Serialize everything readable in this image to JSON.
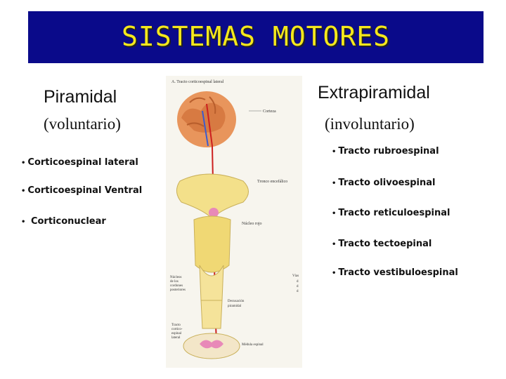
{
  "title": "SISTEMAS MOTORES",
  "left": {
    "heading": "Piramidal",
    "subheading": "(voluntario)",
    "items": [
      "Corticoespinal lateral",
      "Corticoespinal Ventral",
      "Corticonuclear"
    ]
  },
  "right": {
    "heading": "Extrapiramidal",
    "subheading": "(involuntario)",
    "items": [
      "Tracto rubroespinal",
      "Tracto olivoespinal",
      "Tracto reticuloespinal",
      "Tracto tectoepinal",
      "Tracto vestibuloespinal"
    ]
  },
  "figure": {
    "caption": "A. Tracto corticoespinal lateral",
    "labels": {
      "cortex": "Corteza",
      "midbrain": "Tronco encefálico",
      "red_nucleus": "Núcleo rojo",
      "nuclei_1": "Núcleos",
      "nuclei_2": "de los",
      "nuclei_3": "cordones",
      "nuclei_4": "posteriores",
      "vias_1": "Vías",
      "vias_2": "d",
      "vias_3": "d",
      "vias_4": "d",
      "decussation_1": "Decusación",
      "decussation_2": "piramidal",
      "tract_1": "Tracto",
      "tract_2": "cortico-",
      "tract_3": "espinal",
      "tract_4": "lateral",
      "spinal": "Médula espinal"
    }
  },
  "colors": {
    "banner": "#0a0a8a",
    "title": "#f5e81c"
  }
}
